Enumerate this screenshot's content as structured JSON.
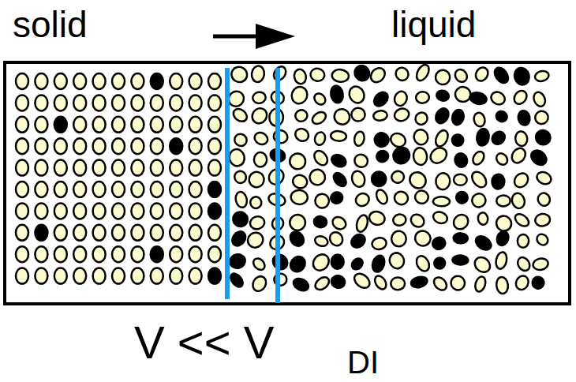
{
  "diagram": {
    "labels": [
      "solid",
      "liquid",
      "V << V",
      "DI"
    ]
  }
}
